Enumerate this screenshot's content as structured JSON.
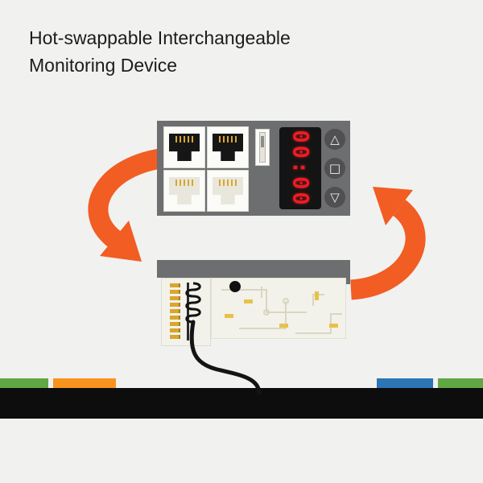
{
  "title": {
    "line1": "Hot-swappable Interchangeable",
    "line2": "Monitoring Device"
  },
  "device": {
    "display_value": "00:00",
    "buttons": [
      {
        "name": "up-button",
        "glyph": "△"
      },
      {
        "name": "select-button",
        "glyph": "□"
      },
      {
        "name": "down-button",
        "glyph": "▽"
      }
    ],
    "ethernet_port_count": 4,
    "usb_port_count": 1
  },
  "colors": {
    "bg": "#f1f1f0",
    "text": "#1c1c1c",
    "accent-orange": "#f15d22",
    "device-gray": "#6d6e70",
    "panel-white": "#fbfbf8",
    "display-black": "#141414",
    "display-red": "#ed1c24",
    "pcb": "#f3f2ea",
    "trace": "#d9d6c3",
    "component-yellow": "#e6c24a",
    "gold": "#d9a62e",
    "bar-black": "#0d0d0d",
    "strip-green": "#61a744",
    "strip-orange": "#f7941e",
    "strip-blue": "#2e75b6",
    "strip-green-2": "#61a744",
    "wire-black": "#141414"
  }
}
